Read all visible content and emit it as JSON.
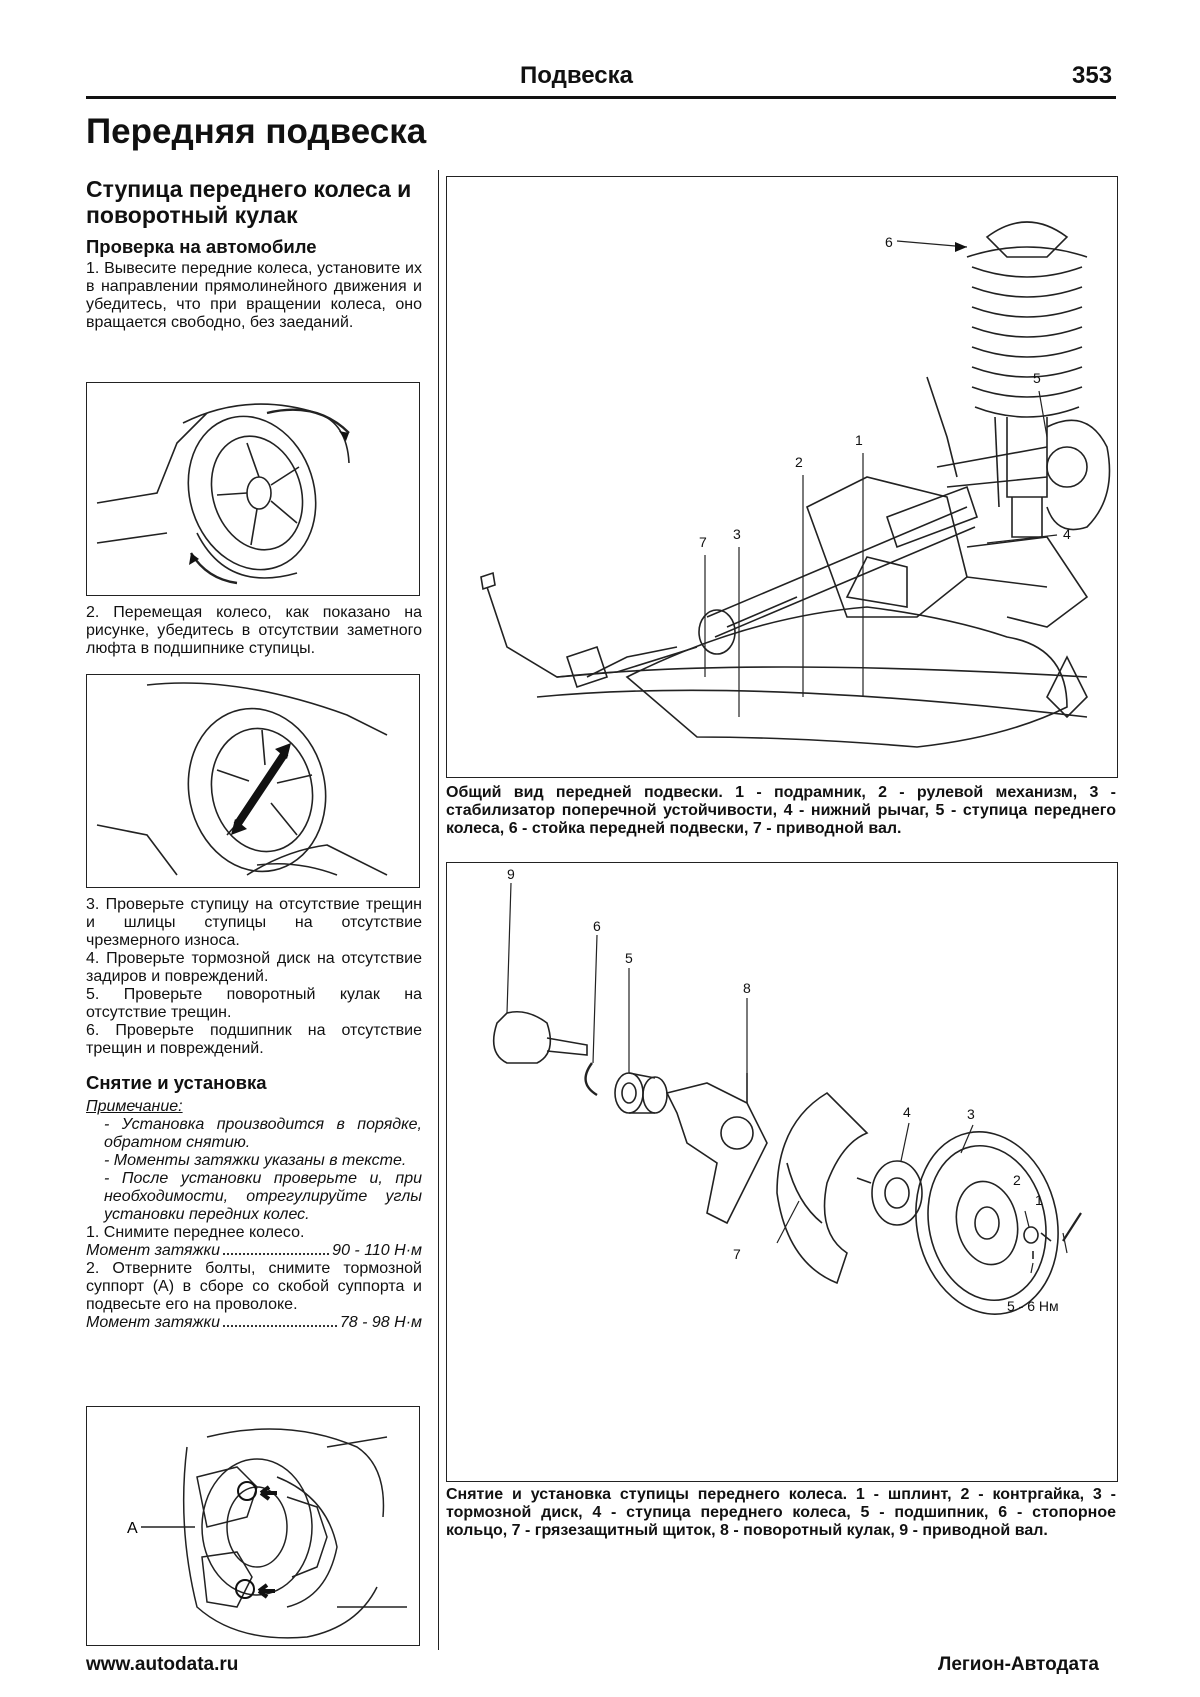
{
  "header": {
    "section": "Подвеска",
    "page_number": "353"
  },
  "main_title": "Передняя подвеска",
  "subsection_title": "Ступица переднего колеса и поворотный кулак",
  "check": {
    "heading": "Проверка на автомобиле",
    "step1": "1. Вывесите передние колеса, установите их в направлении прямолинейного движения и убедитесь, что при вращении колеса, оно вращается свободно, без заеданий.",
    "step2": "2. Перемещая колесо, как показано на рисунке, убедитесь в отсутствии заметного люфта в подшипнике ступицы.",
    "step3": "3. Проверьте ступицу на отсутствие трещин и шлицы ступицы на отсутствие чрезмерного износа.",
    "step4": "4. Проверьте тормозной диск на отсутствие задиров и повреждений.",
    "step5": "5. Проверьте поворотный кулак на отсутствие трещин.",
    "step6": "6. Проверьте подшипник на отсутствие трещин и повреждений."
  },
  "removal": {
    "heading": "Снятие и установка",
    "note_label": "Примечание:",
    "note1": "- Установка производится в порядке, обратном снятию.",
    "note2": "- Моменты затяжки указаны в тексте.",
    "note3": "- После установки проверьте и, при необходимости, отрегулируйте углы установки передних колес.",
    "step1": "1. Снимите переднее колесо.",
    "torque1_label": "Момент затяжки",
    "torque1_value": "90 - 110 Н·м",
    "step2": "2. Отверните болты, снимите тормозной суппорт (А) в сборе со скобой суппорта и подвесьте его на проволоке.",
    "torque2_label": "Момент затяжки",
    "torque2_value": "78 - 98 Н·м"
  },
  "figure_caliper": {
    "label_a": "A"
  },
  "figure_suspension": {
    "labels": [
      "1",
      "2",
      "3",
      "4",
      "5",
      "6",
      "7"
    ],
    "caption": "Общий вид передней подвески. 1 - подрамник, 2 - рулевой механизм, 3 - стабилизатор поперечной устойчивости, 4 - нижний рычаг, 5 - ступица переднего колеса, 6 - стойка передней подвески, 7 - приводной вал."
  },
  "figure_hub": {
    "labels": [
      "1",
      "2",
      "3",
      "4",
      "5",
      "6",
      "7",
      "8",
      "9"
    ],
    "torque_label": "5 - 6 Нм",
    "caption": "Снятие и установка ступицы переднего колеса. 1 - шплинт, 2 - контргайка, 3 - тормозной диск, 4 - ступица переднего колеса, 5 - подшипник, 6 - стопорное кольцо, 7 - грязезащитный щиток, 8 - поворотный кулак, 9 - приводной вал."
  },
  "footer": {
    "website": "www.autodata.ru",
    "publisher": "Легион-Автодата"
  }
}
